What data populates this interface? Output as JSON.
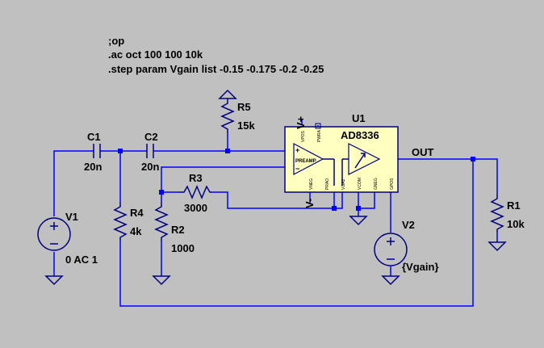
{
  "directives": [
    ";op",
    ".ac oct 100 100 10k",
    ".step param Vgain list -0.15 -0.175 -0.2 -0.25"
  ],
  "components": {
    "c1": {
      "name": "C1",
      "value": "20n"
    },
    "c2": {
      "name": "C2",
      "value": "20n"
    },
    "r1": {
      "name": "R1",
      "value": "10k"
    },
    "r2": {
      "name": "R2",
      "value": "1000"
    },
    "r3": {
      "name": "R3",
      "value": "3000"
    },
    "r4": {
      "name": "R4",
      "value": "4k"
    },
    "r5": {
      "name": "R5",
      "value": "15k"
    },
    "v1": {
      "name": "V1",
      "value": "0 AC 1"
    },
    "v2": {
      "name": "V2",
      "value": "{Vgain}"
    },
    "u1": {
      "name": "U1",
      "part": "AD8336"
    }
  },
  "net_labels": {
    "out": "OUT",
    "vplus": "V+",
    "vminus": "V-"
  },
  "u1_pins": {
    "vpos": "VPOS",
    "pwra": "PWRA",
    "vneg": "VNEG",
    "prao": "PRAO",
    "vga1": "VGA1",
    "vcom": "VCOM",
    "gneg": "GNEG",
    "gpos": "GPOS"
  },
  "u1_blocks": {
    "preamp": "PREAMP",
    "plus": "+",
    "minus": "−"
  }
}
